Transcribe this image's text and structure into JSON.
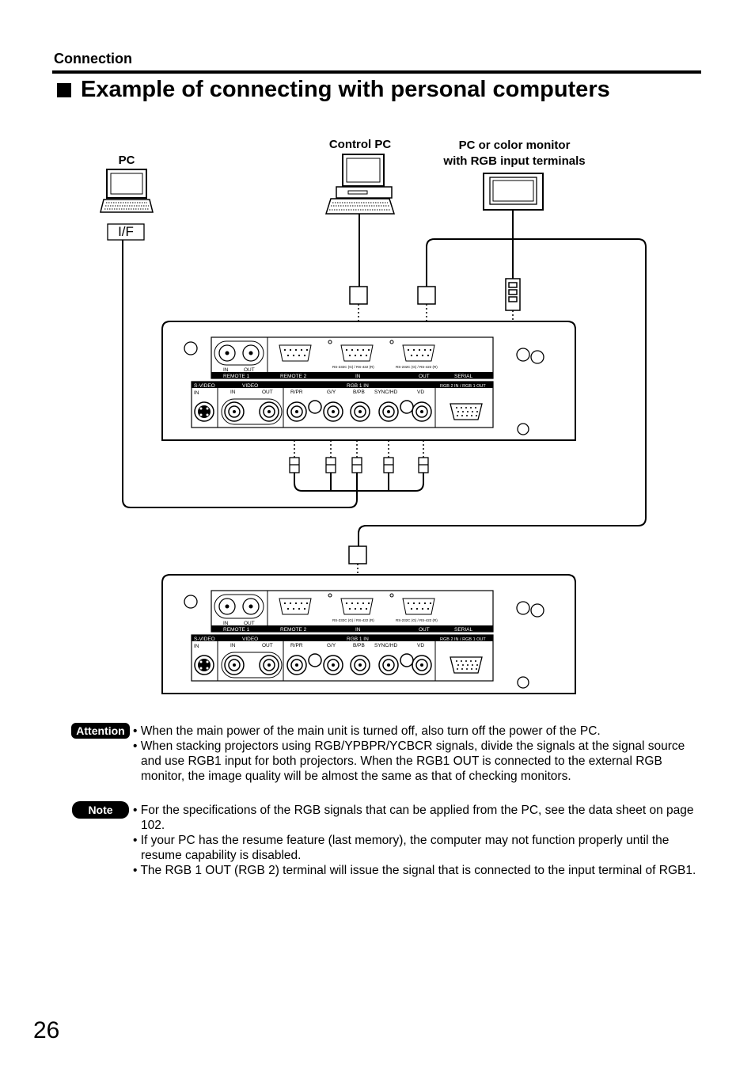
{
  "header": {
    "section": "Connection",
    "title": "Example of connecting with personal computers"
  },
  "diagram": {
    "labels": {
      "pc": "PC",
      "if": "I/F",
      "control_pc": "Control PC",
      "monitor_line1": "PC or color monitor",
      "monitor_line2": "with RGB input terminals"
    },
    "panel": {
      "in": "IN",
      "out": "OUT",
      "remote1": "REMOTE 1",
      "remote2": "REMOTE 2",
      "serial_in": "IN",
      "serial_out": "OUT",
      "serial": "SERIAL",
      "rs_in": "RS-232C (G) / RS-422 (R)",
      "rs_out": "RS-232C (G) / RS-422 (R)",
      "svideo": "S-VIDEO",
      "svideo_in": "IN",
      "video": "VIDEO",
      "video_in": "IN",
      "video_out": "OUT",
      "rgb1_in": "RGB 1 IN",
      "rpr": "R/PR",
      "gy": "G/Y",
      "bpb": "B/PB",
      "sync": "SYNC/HD",
      "vd": "VD",
      "rgb2": "RGB 2 IN / RGB 1 OUT"
    }
  },
  "attention": {
    "badge": "Attention",
    "items": [
      "• When the main power of the main unit is turned off, also turn off the power of the PC.",
      "• When stacking projectors using RGB/YPBPR/YCBCR signals, divide the signals at the signal source and use RGB1 input for both projectors. When the RGB1 OUT is connected to the external RGB monitor, the image quality will be almost the same as that of checking monitors."
    ]
  },
  "note": {
    "badge": "Note",
    "items": [
      "• For the specifications of the RGB signals that can be applied from the PC, see the data sheet on page 102.",
      "• If your PC has the resume feature (last memory), the computer may not function properly until the resume capability is disabled.",
      "• The RGB 1 OUT (RGB 2) terminal will issue the signal that is connected to the input terminal of RGB1."
    ]
  },
  "page_number": "26"
}
